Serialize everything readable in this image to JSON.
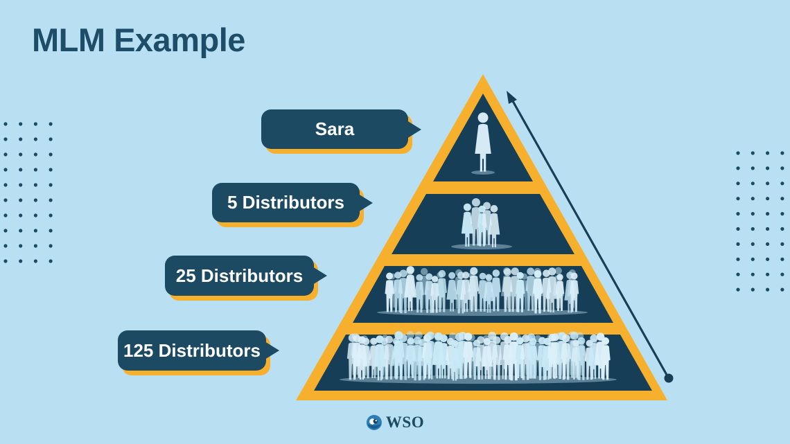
{
  "page": {
    "title": "MLM Example"
  },
  "diagram": {
    "type": "pyramid",
    "levels": [
      {
        "label": "Sara",
        "figures": 1
      },
      {
        "label": "5 Distributors",
        "figures": 5
      },
      {
        "label": "25 Distributors",
        "figures": 25
      },
      {
        "label": "125 Distributors",
        "figures": 125
      }
    ],
    "icons": {
      "arrow": "growth-arrow-up",
      "figures": "person-silhouette"
    }
  },
  "footer": {
    "logo_text": "WSO",
    "logo_icon": "wso-globe-icon"
  },
  "colors": {
    "background": "#B9E0F2",
    "navy": "#163F57",
    "bubble_navy": "#1C4A63",
    "yellow": "#F6B02E",
    "figure_blue": "#C9E9F7",
    "figure_light": "#DCF0FA",
    "title": "#1D4D68",
    "dots": "#1B4A63"
  }
}
